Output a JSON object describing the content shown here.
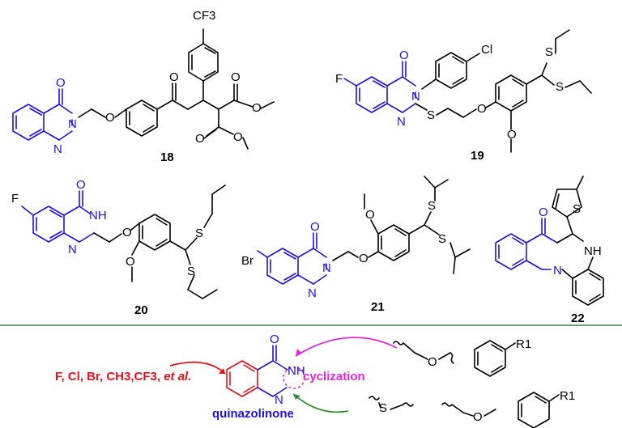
{
  "compounds": [
    {
      "id": "18",
      "cf3": "CF3",
      "o_label": "O",
      "n_label": "N"
    },
    {
      "id": "19",
      "f": "F",
      "cl": "Cl",
      "s": "S",
      "o": "O",
      "n": "N"
    },
    {
      "id": "20",
      "f": "F",
      "nh": "NH",
      "o": "O",
      "s": "S",
      "n": "N"
    },
    {
      "id": "21",
      "br": "Br",
      "o": "O",
      "s": "S",
      "n": "N"
    },
    {
      "id": "22",
      "nh": "NH",
      "s": "S",
      "o": "O",
      "n": "N"
    }
  ],
  "summary": {
    "substituents_text": "F, Cl, Br, CH3,CF3,",
    "et_al": "et al.",
    "cyclization": "cyclization",
    "core_name": "quinazolinone",
    "r1_upper": "R1",
    "r1_lower": "R1",
    "o_upper": "O",
    "o_lower": "O",
    "s_lower": "S",
    "nh": "NH",
    "n": "N",
    "carbonyl_o": "O"
  },
  "colors": {
    "core_blue": "#1f10e6",
    "halogen_red": "#e8101a",
    "cyclization_magenta": "#e326d8",
    "arrow_green": "#2e8b2e",
    "divider_green": "#3a8a3a"
  }
}
